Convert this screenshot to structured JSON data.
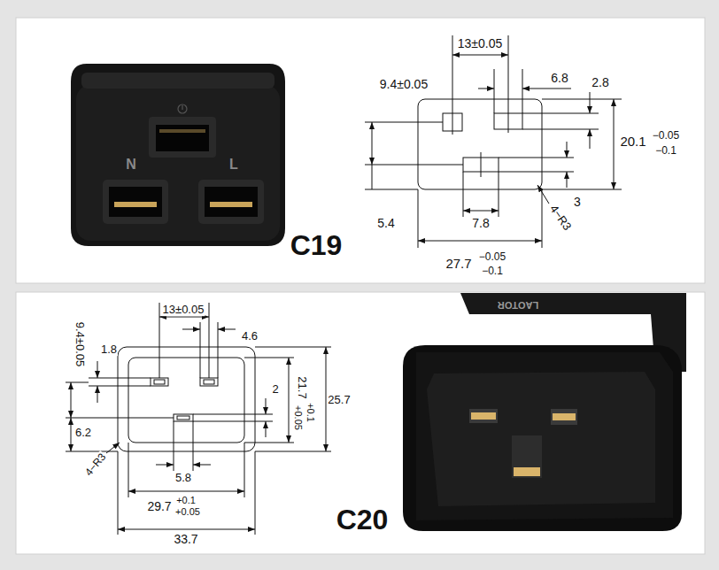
{
  "diagram": {
    "labels": [
      "13±0.05",
      "9.4±0.05",
      "6.8",
      "2.8",
      "20.1",
      "−0.05",
      "−0.1",
      "3",
      "5.4",
      "7.8",
      "4−R3",
      "27.7",
      "−0.05",
      "−0.1",
      "C19",
      "N",
      "L",
      "13±0.05",
      "9.4±0.05",
      "1.8",
      "4.6",
      "2",
      "21.7",
      "+0.1",
      "+0.05",
      "25.7",
      "6.2",
      "4−R3",
      "5.8",
      "29.7",
      "+0.1",
      "+0.05",
      "33.7",
      "C20",
      "LAOTOR"
    ]
  }
}
